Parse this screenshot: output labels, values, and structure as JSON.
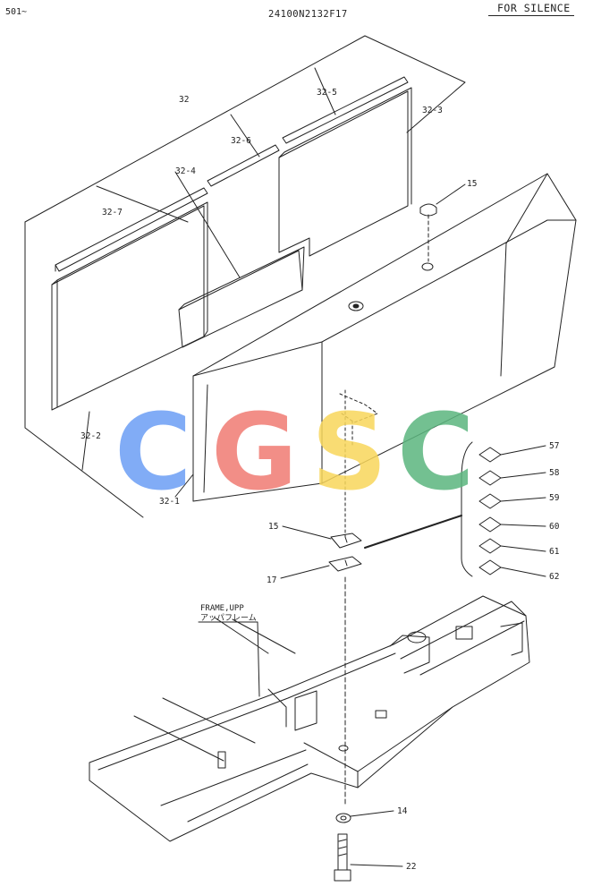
{
  "header": {
    "page_ref": "501~",
    "doc_code": "24100N2132F17",
    "section": "FOR SILENCE"
  },
  "frame_label": {
    "en": "FRAME,UPP",
    "ja": "アッパフレーム"
  },
  "callouts": {
    "p32": "32",
    "p32_1": "32-1",
    "p32_2": "32-2",
    "p32_3": "32-3",
    "p32_4": "32-4",
    "p32_5": "32-5",
    "p32_6": "32-6",
    "p32_7": "32-7",
    "p15_top": "15",
    "p15_mid": "15",
    "p17": "17",
    "p14": "14",
    "p22": "22",
    "p57": "57",
    "p58": "58",
    "p59": "59",
    "p60": "60",
    "p61": "61",
    "p62": "62"
  },
  "watermark": {
    "letters": [
      "C",
      "G",
      "S",
      "C"
    ],
    "colors": [
      "#6b9ef5",
      "#f07a72",
      "#f8d65a",
      "#5ab57e"
    ]
  }
}
